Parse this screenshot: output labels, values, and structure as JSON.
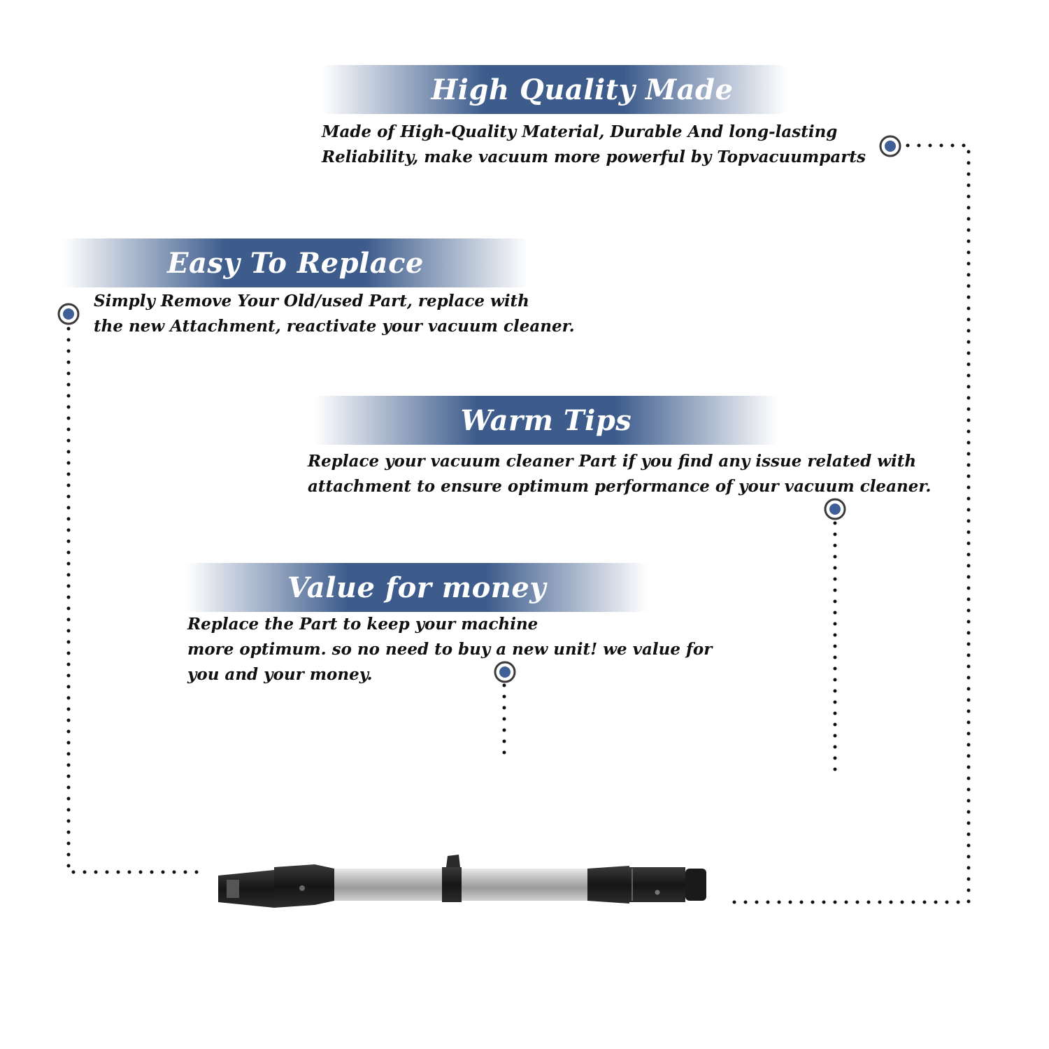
{
  "colors": {
    "banner_dark": "#3d5c8c",
    "banner_light": "#ffffff",
    "marker_fill": "#3f5f96",
    "marker_ring": "#3a3a3a",
    "dots": "#111111",
    "text": "#111111"
  },
  "features": [
    {
      "title": "High Quality Made",
      "lines": [
        "Made of  High-Quality Material, Durable And long-lasting",
        "Reliability, make vacuum more powerful by Topvacuumparts"
      ]
    },
    {
      "title": "Easy To Replace",
      "lines": [
        "Simply Remove Your Old/used Part, replace with",
        "the new Attachment, reactivate your vacuum cleaner."
      ]
    },
    {
      "title": "Warm Tips",
      "lines": [
        "Replace your vacuum cleaner Part if you find any issue related with",
        " attachment to ensure optimum performance of your vacuum cleaner."
      ]
    },
    {
      "title": "Value for money",
      "lines": [
        "Replace the Part to keep your machine",
        "more optimum. so no need to buy a new unit! we value for",
        "you and your money."
      ]
    }
  ],
  "product": {
    "icon": "vacuum-extension-wand"
  }
}
